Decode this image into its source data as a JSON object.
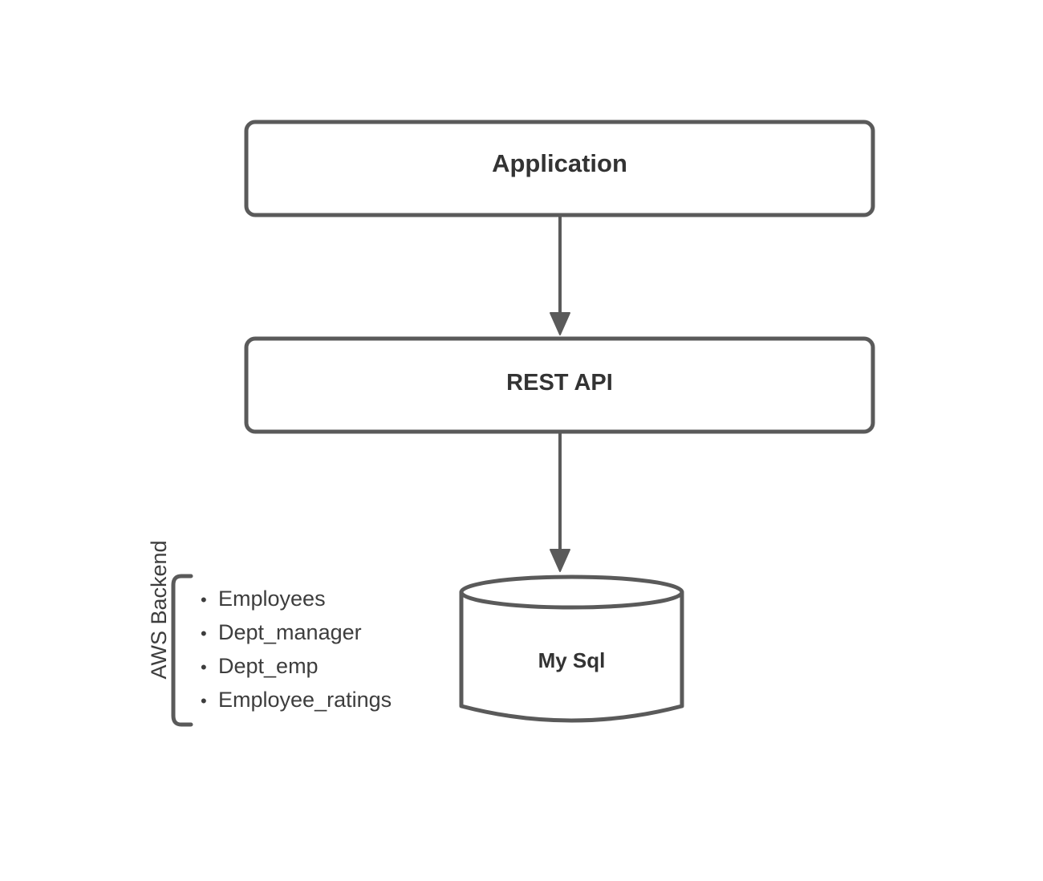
{
  "diagram": {
    "title": "Application REST API MySQL architecture",
    "background_color": "#ffffff",
    "stroke_color": "#5a5a5a",
    "text_color": "#333333",
    "nodes": {
      "application": {
        "label": "Application",
        "shape": "rounded-rectangle"
      },
      "rest_api": {
        "label": "REST API",
        "shape": "rounded-rectangle"
      },
      "database": {
        "label": "My Sql",
        "shape": "cylinder"
      }
    },
    "connectors": [
      {
        "name": "application-to-rest-api",
        "from": "application",
        "to": "rest_api",
        "arrow": "down"
      },
      {
        "name": "rest-api-to-database",
        "from": "rest_api",
        "to": "database",
        "arrow": "down"
      }
    ],
    "group": {
      "label": "AWS Backend",
      "bracket": "left-curly-square",
      "items": [
        "Employees",
        "Dept_manager",
        "Dept_emp",
        "Employee_ratings"
      ]
    }
  }
}
